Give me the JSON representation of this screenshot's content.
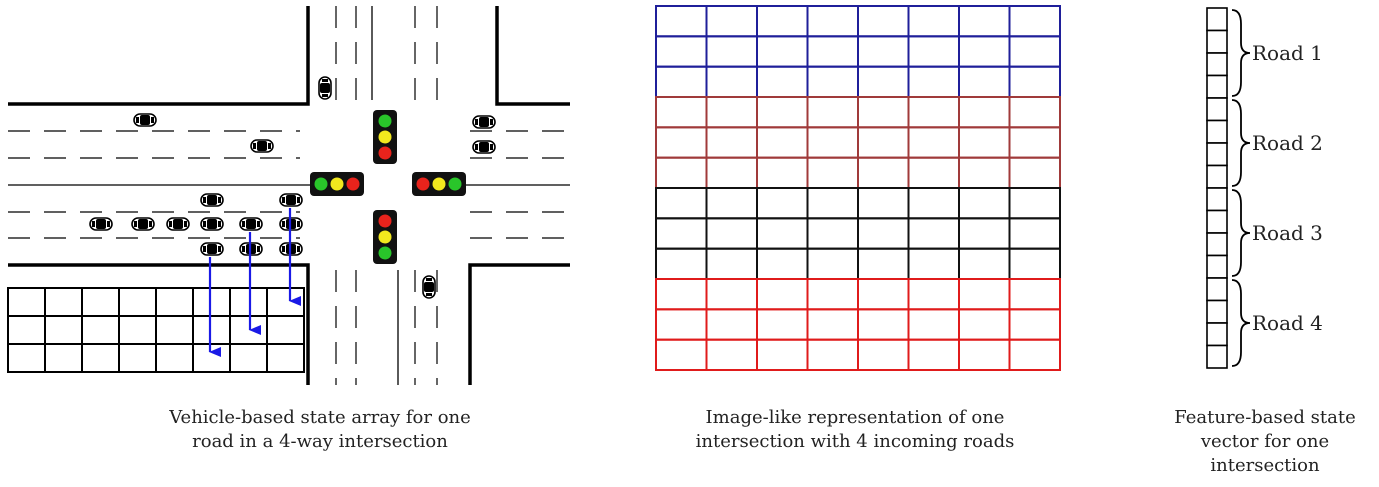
{
  "panels": [
    {
      "id": "vehicle-based",
      "caption_lines": [
        "Vehicle-based state array for one",
        "road in a 4-way intersection"
      ]
    },
    {
      "id": "image-like",
      "caption_lines": [
        "Image-like representation of one",
        "intersection with 4 incoming roads"
      ],
      "grid": {
        "rows_per_road": 3,
        "columns": 8,
        "road_colors": [
          "#1f1f9a",
          "#a03a3a",
          "#111111",
          "#e01b1b"
        ]
      }
    },
    {
      "id": "feature-based",
      "caption_lines": [
        "Feature-based state",
        "vector for one",
        "intersection"
      ],
      "roads": [
        {
          "label": "Road 1"
        },
        {
          "label": "Road 2"
        },
        {
          "label": "Road 3"
        },
        {
          "label": "Road 4"
        }
      ]
    }
  ],
  "colors": {
    "arrow": "#1a1ae6",
    "light_red": "#e8231c",
    "light_yellow": "#f2e81e",
    "light_green": "#29c52a",
    "light_housing": "#111111"
  },
  "state_array": {
    "rows": 3,
    "columns": 8
  }
}
